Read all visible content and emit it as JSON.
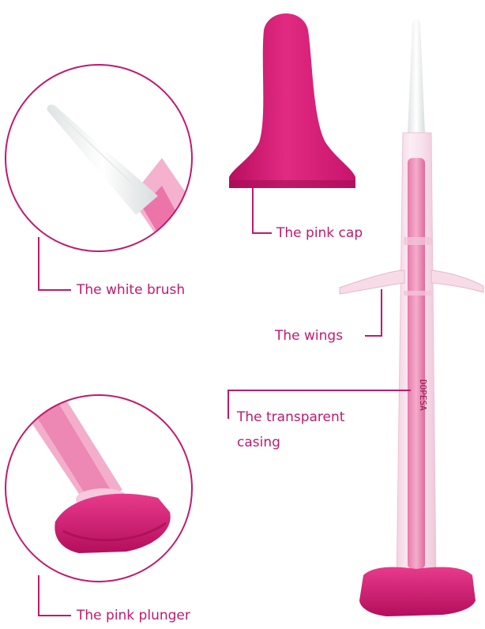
{
  "colors": {
    "accent": "#c0196e",
    "pink_part": "#d4136f",
    "pink_dark": "#a30d55",
    "casing": "#f6d8e6",
    "brush": "#f2f4f4"
  },
  "labels": {
    "brush": "The white brush",
    "cap": "The pink cap",
    "wings": "The wings",
    "casing_line1": "The transparent",
    "casing_line2": "casing",
    "plunger": "The pink plunger"
  },
  "imprint": "DOPESA"
}
